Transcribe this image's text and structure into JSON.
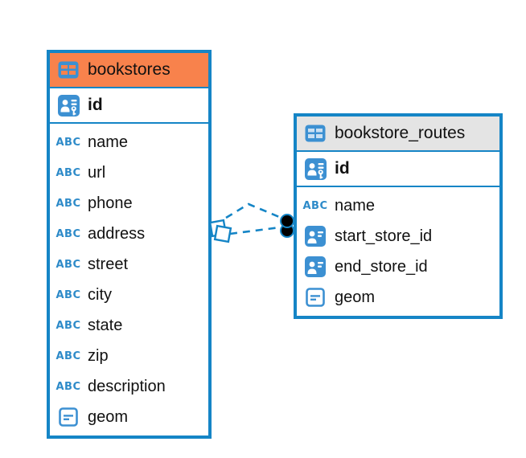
{
  "diagram": {
    "background": "#FFFFFF",
    "accent_color": "#1585C6",
    "icon_color": "#3C90D2",
    "text_color": "#111111",
    "text_type_glyph": "ABC",
    "tables": [
      {
        "name": "bookstores",
        "header_bg": "#F8824C",
        "header_icon": "table-icon",
        "icon_cell_bg": "#F8824C",
        "primary_key": {
          "label": "id",
          "icon": "primary-key-icon"
        },
        "columns": [
          {
            "label": "name",
            "icon": "text-type-icon"
          },
          {
            "label": "url",
            "icon": "text-type-icon"
          },
          {
            "label": "phone",
            "icon": "text-type-icon"
          },
          {
            "label": "address",
            "icon": "text-type-icon"
          },
          {
            "label": "street",
            "icon": "text-type-icon"
          },
          {
            "label": "city",
            "icon": "text-type-icon"
          },
          {
            "label": "state",
            "icon": "text-type-icon"
          },
          {
            "label": "zip",
            "icon": "text-type-icon"
          },
          {
            "label": "description",
            "icon": "text-type-icon"
          },
          {
            "label": "geom",
            "icon": "geometry-type-icon"
          }
        ]
      },
      {
        "name": "bookstore_routes",
        "header_bg": "#E4E4E4",
        "header_icon": "table-icon",
        "icon_cell_bg": "#C9DFF2",
        "primary_key": {
          "label": "id",
          "icon": "primary-key-icon"
        },
        "columns": [
          {
            "label": "name",
            "icon": "text-type-icon"
          },
          {
            "label": "start_store_id",
            "icon": "foreign-key-icon"
          },
          {
            "label": "end_store_id",
            "icon": "foreign-key-icon"
          },
          {
            "label": "geom",
            "icon": "geometry-type-icon"
          }
        ]
      }
    ],
    "relationships": [
      {
        "from": "bookstore_routes.start_store_id",
        "to": "bookstores.id",
        "line_style": "dashed",
        "many_end_marker": "diamond",
        "one_end_marker": "black-dot"
      },
      {
        "from": "bookstore_routes.end_store_id",
        "to": "bookstores.id",
        "line_style": "dashed",
        "many_end_marker": "diamond",
        "one_end_marker": "black-dot"
      }
    ]
  }
}
